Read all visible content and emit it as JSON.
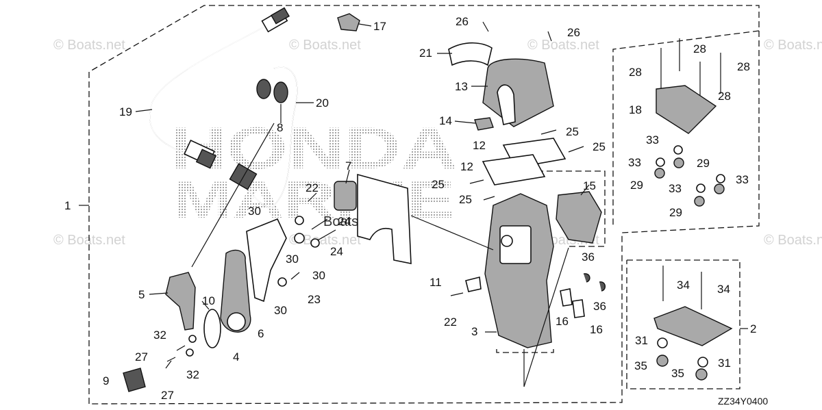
{
  "watermarks": [
    "© Boats.net",
    "© Boats.net",
    "© Boats.net",
    "© Boats.net",
    "© Boats.net",
    "© Boats.net",
    "© Boats.net",
    "© Boats.net",
    "Boats.net"
  ],
  "brand_mark": [
    "HONDA",
    "MARINE"
  ],
  "diagram_code": "ZZ34Y0400",
  "callouts": [
    "1",
    "2",
    "3",
    "4",
    "5",
    "6",
    "7",
    "8",
    "9",
    "10",
    "11",
    "12",
    "12",
    "13",
    "14",
    "15",
    "16",
    "16",
    "17",
    "18",
    "19",
    "20",
    "21",
    "22",
    "22",
    "23",
    "24",
    "24",
    "25",
    "25",
    "25",
    "25",
    "26",
    "26",
    "27",
    "27",
    "28",
    "28",
    "28",
    "28",
    "29",
    "29",
    "29",
    "30",
    "30",
    "30",
    "30",
    "31",
    "31",
    "32",
    "32",
    "33",
    "33",
    "33",
    "33",
    "34",
    "34",
    "35",
    "35",
    "36",
    "36"
  ],
  "icons": {
    "copyright": "copyright-symbol"
  }
}
